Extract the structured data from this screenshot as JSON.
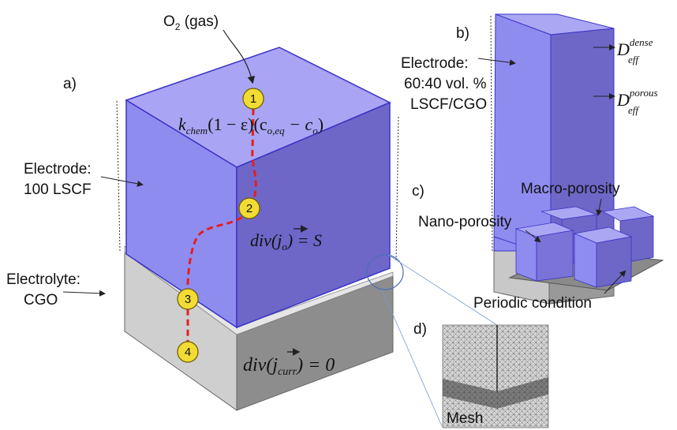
{
  "panels": {
    "a": "a)",
    "b": "b)",
    "c": "c)",
    "d": "d)"
  },
  "gas": {
    "label_prefix": "O",
    "subscript": "2",
    "suffix": " (gas)"
  },
  "steps": [
    "1",
    "2",
    "3",
    "4"
  ],
  "equations": {
    "surface": {
      "k": "k",
      "k_sub": "chem",
      "mid": "(1 − ε)(c",
      "ceq_sub": "o,eq",
      "minus": " − c",
      "co_sub": "o",
      "close": ")"
    },
    "electrode": {
      "pre": "div(",
      "j": "j",
      "j_sub": "o",
      "post": ") = S"
    },
    "electrolyte": {
      "pre": "div(",
      "j": "j",
      "j_sub": "curr",
      "post": ") = 0"
    }
  },
  "labels": {
    "electrode_a": [
      "Electrode:",
      "100 LSCF"
    ],
    "electrolyte": [
      "Electrolyte:",
      "CGO"
    ],
    "electrode_b": [
      "Electrode:",
      "60:40 vol. %",
      "LSCF/CGO"
    ],
    "d_dense": {
      "base": "D",
      "sub": "eff",
      "sup": "dense"
    },
    "d_porous": {
      "base": "D",
      "sub": "eff",
      "sup": "porous"
    },
    "macro": "Macro-porosity",
    "nano": "Nano-porosity",
    "periodic": "Periodic condition",
    "mesh": "Mesh"
  },
  "colors": {
    "electrode_front": "#8f8cf0",
    "electrode_side": "#6e67c8",
    "electrode_top": "#a7a3f4",
    "electrolyte_front": "#cfcfcf",
    "electrolyte_side": "#8d8d8d",
    "path": "#e02020",
    "marker": "#f2dc33"
  }
}
